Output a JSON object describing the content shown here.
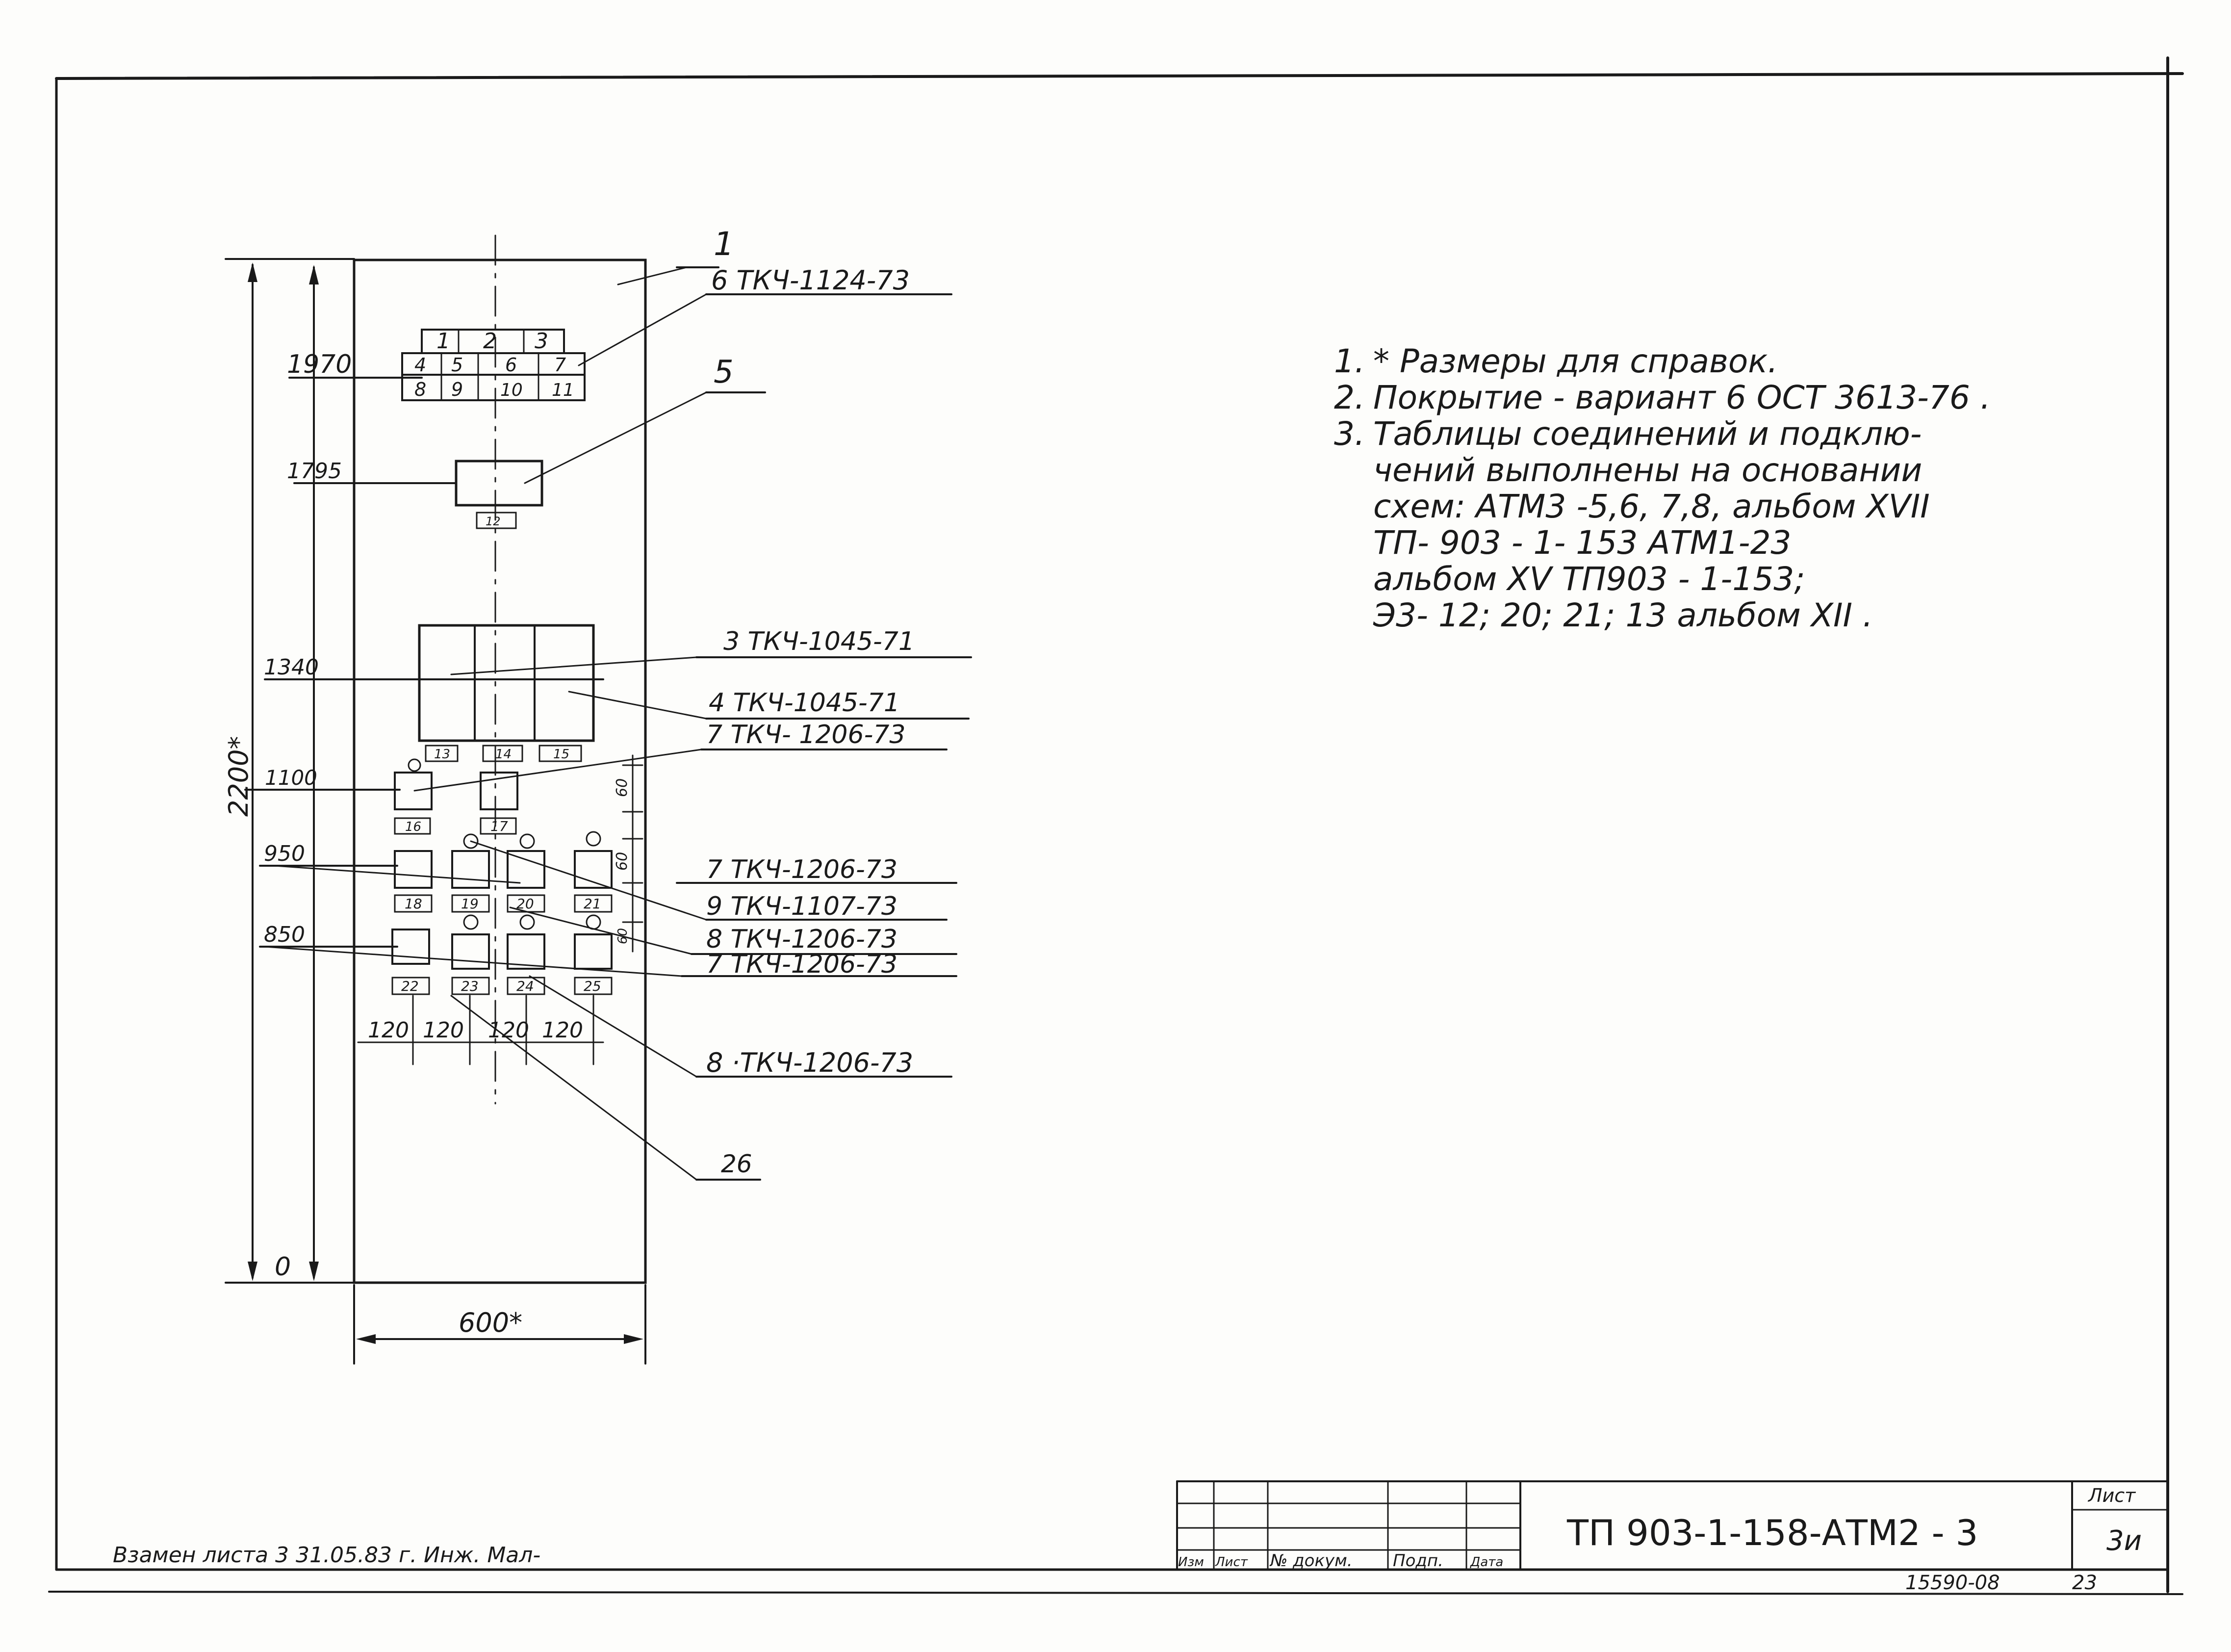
{
  "panel": {
    "callouts": {
      "c1_num": "1",
      "c6": "6  ТКЧ-1124-73",
      "c5": "5",
      "c3": "3  ТКЧ-1045-71",
      "c4": "4  ТКЧ-1045-71",
      "c7a": "7  ТКЧ- 1206-73",
      "c7b": "7  ТКЧ-1206-73",
      "c9": "9  ТКЧ-1107-73",
      "c8a": "8  ТКЧ-1206-73",
      "c7c": "7  ТКЧ-1206-73",
      "c8b": "8 ·ТКЧ-1206-73",
      "c26": "26"
    },
    "heights": {
      "h1970": "1970",
      "h1795": "1795",
      "h1340": "1340",
      "h1100": "1100",
      "h950": "950",
      "h850": "850",
      "h0": "0"
    },
    "overall_height": "2200*",
    "overall_width": "600*",
    "spacing": [
      "120",
      "120",
      "120",
      "120"
    ],
    "vertical_dims": [
      "60",
      "60",
      "60"
    ],
    "grid_top": [
      "1",
      "2",
      "3"
    ],
    "grid_mid": [
      "4",
      "5",
      "6",
      "7"
    ],
    "grid_bot": [
      "8",
      "9",
      "10",
      "11"
    ],
    "tags": {
      "t12": "12",
      "t13": "13",
      "t14": "14",
      "t15": "15",
      "t16": "16",
      "t17": "17",
      "t18": "18",
      "t19": "19",
      "t20": "20",
      "t21": "21",
      "t22": "22",
      "t23": "23",
      "t24": "24",
      "t25": "25"
    }
  },
  "notes": {
    "n1_num": "1.",
    "n1_text": "* Размеры для справок.",
    "n2_num": "2.",
    "n2_text": "Покрытие - вариант 6 ОСТ 3613-76 .",
    "n3_num": "3.",
    "n3_line1": "Таблицы соединений и подклю-",
    "n3_line2": "чений выполнены на основании",
    "n3_line3": "схем: АТМ3 -5,6, 7,8, альбом XVII",
    "n3_line4": "ТП- 903 - 1- 153  АТМ1-23",
    "n3_line5": "альбом XV  ТП903 - 1-153;",
    "n3_line6": "Э3- 12; 20; 21; 13 альбом XII ."
  },
  "stamp": {
    "designation": "ТП 903-1-158-АТМ2 - 3",
    "col_izm": "Изм",
    "col_list": "Лист",
    "col_doc": "№ докум.",
    "col_podp": "Подп.",
    "col_data": "Дата",
    "sheet_label": "Лист",
    "sheet_value": "3и"
  },
  "replace_note": "Взамен  листа 3    31.05.83 г.  Инж.  Мал-",
  "archive_number": "15590-08",
  "archive_page": "23"
}
